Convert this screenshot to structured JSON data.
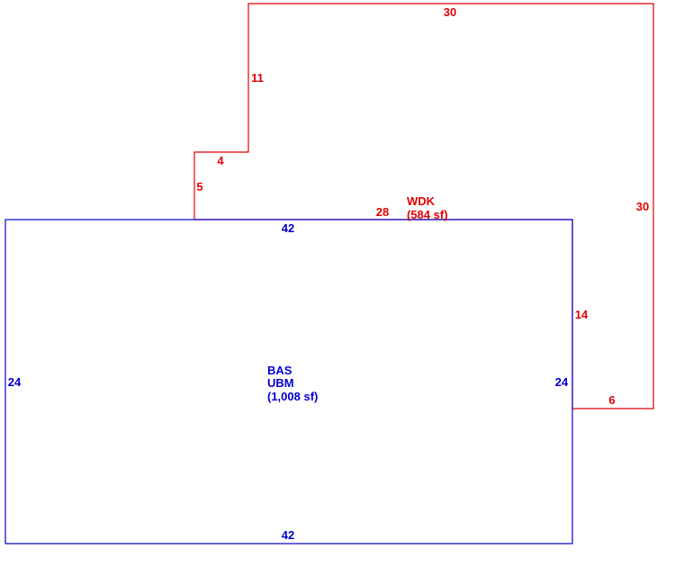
{
  "colors": {
    "bas": "#0000cc",
    "wdk": "#e00000",
    "background": "#ffffff"
  },
  "areas": {
    "bas": {
      "code": "BAS",
      "subcode": "UBM",
      "area": "(1,008 sf)",
      "dimensions": {
        "top": "42",
        "bottom": "42",
        "left": "24",
        "right": "24"
      }
    },
    "wdk": {
      "code": "WDK",
      "area": "(584 sf)",
      "dimensions": {
        "top": "30",
        "right": "30",
        "bottom_step": "6",
        "inner_vertical": "14",
        "inner_horizontal": "28",
        "left_lower": "5",
        "step": "4",
        "left_upper": "11"
      }
    }
  }
}
